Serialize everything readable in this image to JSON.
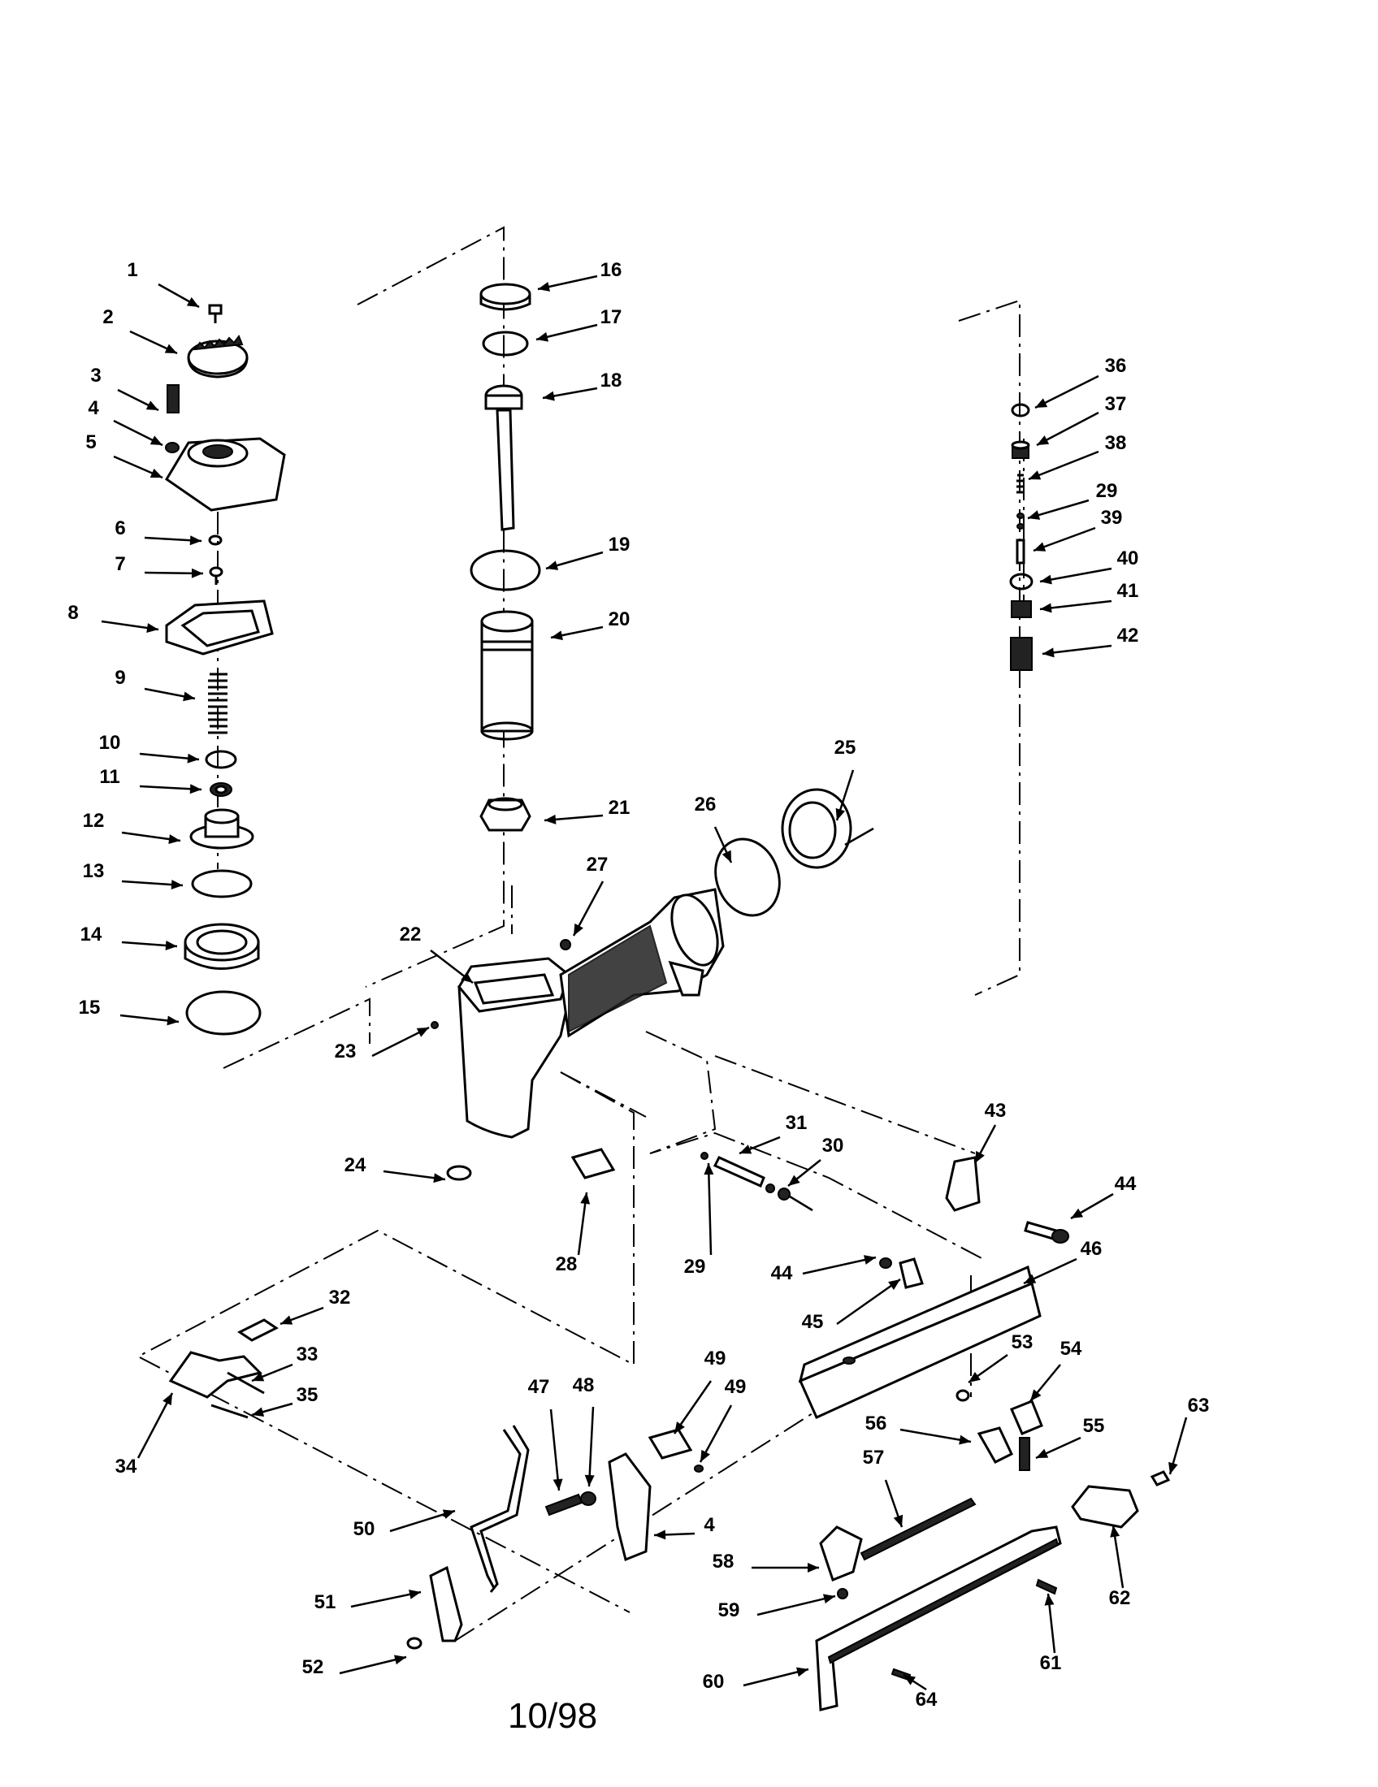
{
  "diagram": {
    "callouts": [
      {
        "n": "1"
      },
      {
        "n": "2"
      },
      {
        "n": "3"
      },
      {
        "n": "4"
      },
      {
        "n": "5"
      },
      {
        "n": "6"
      },
      {
        "n": "7"
      },
      {
        "n": "8"
      },
      {
        "n": "9"
      },
      {
        "n": "10"
      },
      {
        "n": "11"
      },
      {
        "n": "12"
      },
      {
        "n": "13"
      },
      {
        "n": "14"
      },
      {
        "n": "15"
      },
      {
        "n": "16"
      },
      {
        "n": "17"
      },
      {
        "n": "18"
      },
      {
        "n": "19"
      },
      {
        "n": "20"
      },
      {
        "n": "21"
      },
      {
        "n": "22"
      },
      {
        "n": "23"
      },
      {
        "n": "24"
      },
      {
        "n": "25"
      },
      {
        "n": "26"
      },
      {
        "n": "27"
      },
      {
        "n": "28"
      },
      {
        "n": "29"
      },
      {
        "n": "29"
      },
      {
        "n": "30"
      },
      {
        "n": "31"
      },
      {
        "n": "32"
      },
      {
        "n": "33"
      },
      {
        "n": "34"
      },
      {
        "n": "35"
      },
      {
        "n": "36"
      },
      {
        "n": "37"
      },
      {
        "n": "38"
      },
      {
        "n": "39"
      },
      {
        "n": "40"
      },
      {
        "n": "41"
      },
      {
        "n": "42"
      },
      {
        "n": "43"
      },
      {
        "n": "44"
      },
      {
        "n": "44"
      },
      {
        "n": "45"
      },
      {
        "n": "46"
      },
      {
        "n": "47"
      },
      {
        "n": "48"
      },
      {
        "n": "49"
      },
      {
        "n": "49"
      },
      {
        "n": "4"
      },
      {
        "n": "50"
      },
      {
        "n": "51"
      },
      {
        "n": "52"
      },
      {
        "n": "53"
      },
      {
        "n": "54"
      },
      {
        "n": "55"
      },
      {
        "n": "56"
      },
      {
        "n": "57"
      },
      {
        "n": "58"
      },
      {
        "n": "59"
      },
      {
        "n": "60"
      },
      {
        "n": "61"
      },
      {
        "n": "62"
      },
      {
        "n": "63"
      },
      {
        "n": "64"
      }
    ],
    "footer": "10/98",
    "colors": {
      "ink": "#000000",
      "paper": "#ffffff"
    }
  }
}
